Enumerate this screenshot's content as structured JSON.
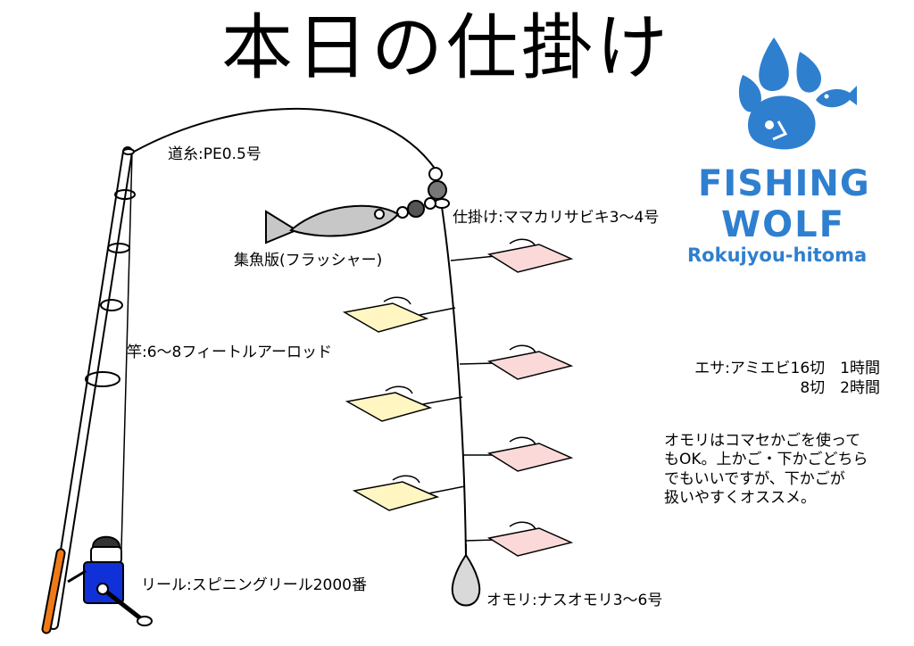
{
  "title": "本日の仕掛け",
  "labels": {
    "line": "道糸:PE0.5号",
    "rig": "仕掛け:ママカリサビキ3～4号",
    "flasher": "集魚版(フラッシャー)",
    "rod": "竿:6～8フィートルアーロッド",
    "reel": "リール:スピニングリール2000番",
    "sinker": "オモリ:ナスオモリ3～6号"
  },
  "bait": {
    "line1": "エサ:アミエビ16切　1時間",
    "line2": "8切　2時間"
  },
  "tip": "オモリはコマセかごを使って\nもOK。上かご・下かごどちら\nでもいいですが、下かごが\n扱いやすくオススメ。",
  "logo": {
    "name_line1": "FISHING",
    "name_line2": "WOLF",
    "sub": "Rokujyou-hitoma",
    "color": "#2f7fcf",
    "icon": "wolf-paw-fish-icon"
  },
  "colors": {
    "rod_tip": "#f07a16",
    "reel_body": "#1030d8",
    "lure_pink": "#fbd9d9",
    "lure_yellow": "#fff6c2",
    "flasher": "#c7c7c7",
    "sinker": "#d9d9d9",
    "bead_dark": "#555555"
  }
}
